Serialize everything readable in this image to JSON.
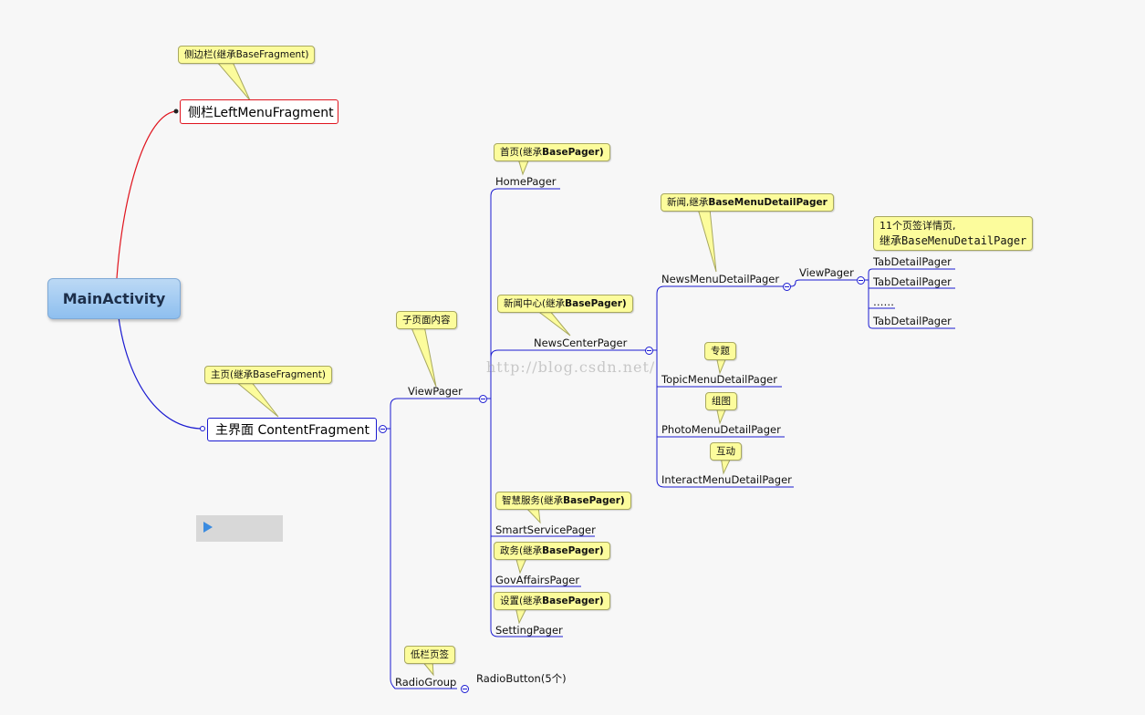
{
  "root": {
    "label": "MainActivity"
  },
  "left_menu": {
    "label": "侧栏LeftMenuFragment",
    "note": "侧边栏(继承BaseFragment)"
  },
  "content": {
    "label": "主界面 ContentFragment",
    "note": "主页(继承BaseFragment)"
  },
  "viewpager": {
    "label": "ViewPager",
    "note": "子页面内容"
  },
  "radiogroup": {
    "label": "RadioGroup",
    "note": "低栏页签",
    "child": "RadioButton(5个)"
  },
  "pagers": [
    {
      "label": "HomePager",
      "note_a": "首页(继承",
      "note_b": "BasePager)"
    },
    {
      "label": "NewsCenterPager",
      "note_a": "新闻中心(继承",
      "note_b": "BasePager)"
    },
    {
      "label": "SmartServicePager",
      "note_a": "智慧服务(继承",
      "note_b": "BasePager)"
    },
    {
      "label": "GovAffairsPager",
      "note_a": "政务(继承",
      "note_b": "BasePager)"
    },
    {
      "label": "SettingPager",
      "note_a": "设置(继承",
      "note_b": "BasePager)"
    }
  ],
  "news_menu": [
    {
      "label": "NewsMenuDetailPager",
      "note_a": "新闻,继承",
      "note_b": "BaseMenuDetailPager"
    },
    {
      "label": "TopicMenuDetailPager",
      "note": "专题"
    },
    {
      "label": "PhotoMenuDetailPager",
      "note": "组图"
    },
    {
      "label": "InteractMenuDetailPager",
      "note": "互动"
    }
  ],
  "news_viewpager": {
    "label": "ViewPager",
    "note_line1": "11个页签详情页,",
    "note_line2": "继承BaseMenuDetailPager"
  },
  "tab_details": [
    "TabDetailPager",
    "TabDetailPager",
    "……",
    "TabDetailPager"
  ],
  "watermark": "http://blog.csdn.net/",
  "colors": {
    "red_branch": "#e0141e",
    "blue_branch": "#1b1bd1",
    "callout": "#fcfc9c",
    "root": "#8ebfef"
  }
}
